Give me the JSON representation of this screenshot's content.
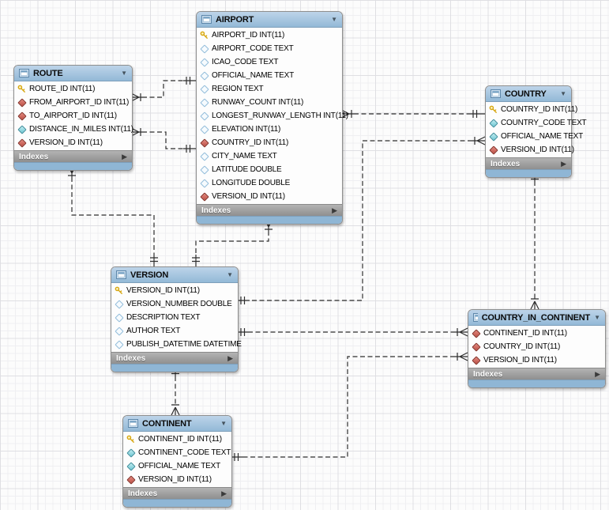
{
  "icons": {
    "collapse_arrow": "▼",
    "indexes_arrow": "▶"
  },
  "colors": {
    "header_top": "#bdd4e9",
    "header_bottom": "#93b9d7",
    "cap": "#8fb6d5",
    "indexes_bar": "#9b9b9b",
    "primary_key": "#d7a712",
    "foreign_key_diamond": "#c8574f",
    "notnull_diamond": "#7fccd8",
    "nullable_diamond": "#f6fbfe",
    "line": "#2d2d2d"
  },
  "tables": {
    "route": {
      "title": "ROUTE",
      "footer": "Indexes",
      "columns": [
        {
          "label": "ROUTE_ID INT(11)",
          "icon": "primary-key"
        },
        {
          "label": "FROM_AIRPORT_ID INT(11)",
          "icon": "foreign-key"
        },
        {
          "label": "TO_AIRPORT_ID INT(11)",
          "icon": "foreign-key"
        },
        {
          "label": "DISTANCE_IN_MILES INT(11)",
          "icon": "column-notnull"
        },
        {
          "label": "VERSION_ID INT(11)",
          "icon": "foreign-key"
        }
      ]
    },
    "airport": {
      "title": "AIRPORT",
      "footer": "Indexes",
      "columns": [
        {
          "label": "AIRPORT_ID INT(11)",
          "icon": "primary-key"
        },
        {
          "label": "AIRPORT_CODE TEXT",
          "icon": "column"
        },
        {
          "label": "ICAO_CODE TEXT",
          "icon": "column"
        },
        {
          "label": "OFFICIAL_NAME TEXT",
          "icon": "column"
        },
        {
          "label": "REGION TEXT",
          "icon": "column"
        },
        {
          "label": "RUNWAY_COUNT INT(11)",
          "icon": "column"
        },
        {
          "label": "LONGEST_RUNWAY_LENGTH INT(11)",
          "icon": "column"
        },
        {
          "label": "ELEVATION INT(11)",
          "icon": "column"
        },
        {
          "label": "COUNTRY_ID INT(11)",
          "icon": "foreign-key"
        },
        {
          "label": "CITY_NAME TEXT",
          "icon": "column"
        },
        {
          "label": "LATITUDE DOUBLE",
          "icon": "column"
        },
        {
          "label": "LONGITUDE DOUBLE",
          "icon": "column"
        },
        {
          "label": "VERSION_ID INT(11)",
          "icon": "foreign-key"
        }
      ]
    },
    "country": {
      "title": "COUNTRY",
      "footer": "Indexes",
      "columns": [
        {
          "label": "COUNTRY_ID INT(11)",
          "icon": "primary-key"
        },
        {
          "label": "COUNTRY_CODE TEXT",
          "icon": "column-notnull"
        },
        {
          "label": "OFFICIAL_NAME TEXT",
          "icon": "column-notnull"
        },
        {
          "label": "VERSION_ID INT(11)",
          "icon": "foreign-key"
        }
      ]
    },
    "version": {
      "title": "VERSION",
      "footer": "Indexes",
      "columns": [
        {
          "label": "VERSION_ID INT(11)",
          "icon": "primary-key"
        },
        {
          "label": "VERSION_NUMBER DOUBLE",
          "icon": "column"
        },
        {
          "label": "DESCRIPTION TEXT",
          "icon": "column"
        },
        {
          "label": "AUTHOR TEXT",
          "icon": "column"
        },
        {
          "label": "PUBLISH_DATETIME DATETIME",
          "icon": "column"
        }
      ]
    },
    "country_in_continent": {
      "title": "COUNTRY_IN_CONTINENT",
      "footer": "Indexes",
      "columns": [
        {
          "label": "CONTINENT_ID INT(11)",
          "icon": "foreign-key"
        },
        {
          "label": "COUNTRY_ID INT(11)",
          "icon": "foreign-key"
        },
        {
          "label": "VERSION_ID INT(11)",
          "icon": "foreign-key"
        }
      ]
    },
    "continent": {
      "title": "CONTINENT",
      "footer": "Indexes",
      "columns": [
        {
          "label": "CONTINENT_ID INT(11)",
          "icon": "primary-key"
        },
        {
          "label": "CONTINENT_CODE TEXT",
          "icon": "column-notnull"
        },
        {
          "label": "OFFICIAL_NAME TEXT",
          "icon": "column-notnull"
        },
        {
          "label": "VERSION_ID INT(11)",
          "icon": "foreign-key"
        }
      ]
    }
  },
  "relationships": [
    {
      "many_end": "ROUTE",
      "one_end": "AIRPORT",
      "via": "FROM_AIRPORT_ID",
      "style": "dashed"
    },
    {
      "many_end": "ROUTE",
      "one_end": "AIRPORT",
      "via": "TO_AIRPORT_ID",
      "style": "dashed"
    },
    {
      "many_end": "AIRPORT",
      "one_end": "COUNTRY",
      "via": "COUNTRY_ID",
      "style": "dashed"
    },
    {
      "many_end": "COUNTRY",
      "one_end": "VERSION",
      "via": "VERSION_ID",
      "style": "dashed"
    },
    {
      "many_end": "AIRPORT",
      "one_end": "VERSION",
      "via": "VERSION_ID",
      "style": "dashed"
    },
    {
      "many_end": "ROUTE",
      "one_end": "VERSION",
      "via": "VERSION_ID",
      "style": "dashed"
    },
    {
      "many_end": "COUNTRY_IN_CONTINENT",
      "one_end": "VERSION",
      "via": "VERSION_ID",
      "style": "dashed"
    },
    {
      "many_end": "COUNTRY_IN_CONTINENT",
      "one_end": "CONTINENT",
      "via": "CONTINENT_ID",
      "style": "dashed"
    },
    {
      "many_end": "COUNTRY_IN_CONTINENT",
      "one_end": "COUNTRY",
      "via": "COUNTRY_ID",
      "style": "dashed"
    },
    {
      "many_end": "CONTINENT",
      "one_end": "VERSION",
      "via": "VERSION_ID",
      "style": "dashed"
    }
  ]
}
